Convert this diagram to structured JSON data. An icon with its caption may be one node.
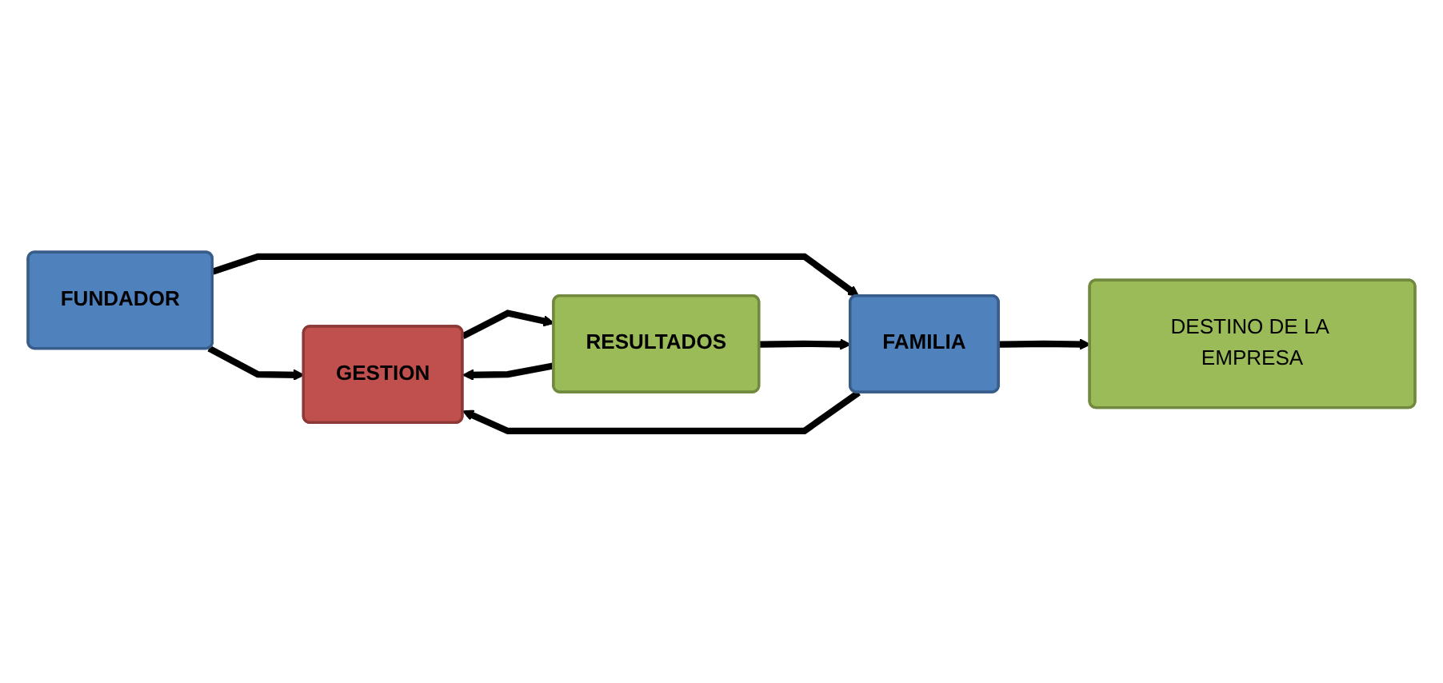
{
  "diagram": {
    "nodes": [
      {
        "text": [
          "FUNDADOR"
        ]
      },
      {
        "text": [
          "FAMILIA"
        ]
      },
      {
        "text": [
          "GESTION"
        ]
      },
      {
        "text": [
          "RESULTADOS"
        ]
      },
      {
        "text": [
          "DESTINO DE LA EMPRESA"
        ]
      }
    ],
    "edges": [
      {
        "from": 0,
        "to": 2,
        "arrow": "to"
      },
      {
        "from": 0,
        "to": 1,
        "arrow": "to"
      },
      {
        "from": 1,
        "to": 2,
        "arrow": "to"
      },
      {
        "from": 2,
        "to": 3,
        "arrow": "to"
      },
      {
        "from": 3,
        "to": 1,
        "arrow": "to"
      },
      {
        "from": 3,
        "to": 2,
        "arrow": "to"
      },
      {
        "from": 1,
        "to": 4,
        "arrow": "to"
      }
    ]
  }
}
